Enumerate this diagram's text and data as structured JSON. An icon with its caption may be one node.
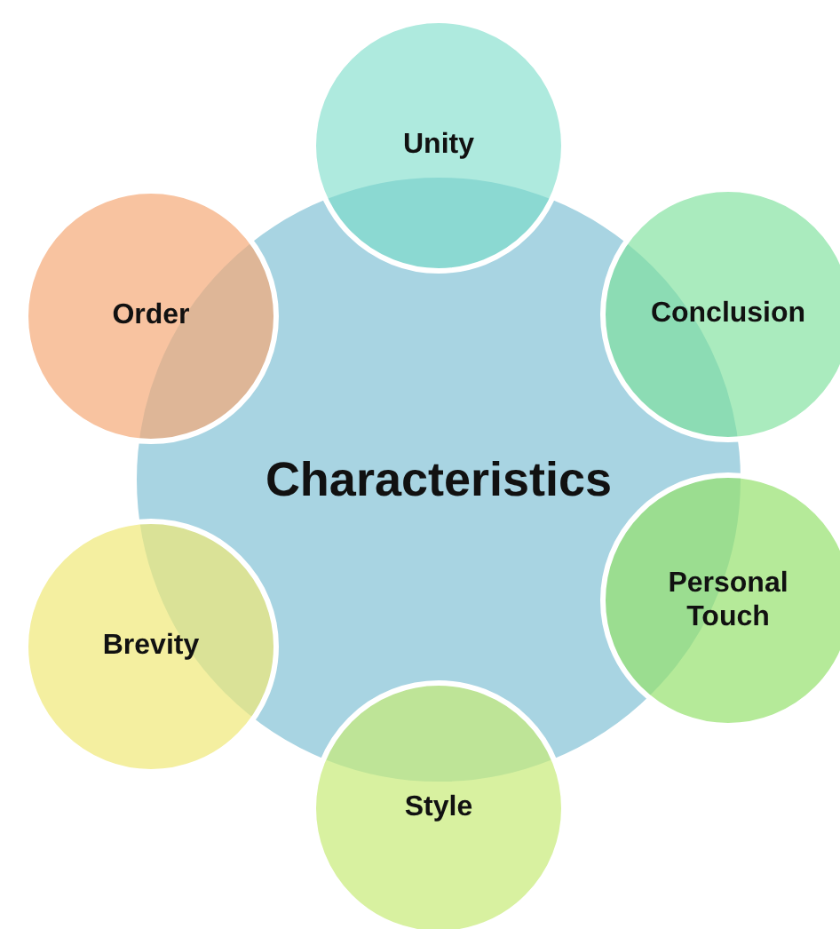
{
  "diagram": {
    "nodes": [
      {
        "text": [
          "Characteristics"
        ]
      },
      {
        "text": [
          "Unity"
        ]
      },
      {
        "text": [
          "Conclusion"
        ]
      },
      {
        "text": [
          "Personal Touch"
        ]
      },
      {
        "text": [
          "Style"
        ]
      },
      {
        "text": [
          "Brevity"
        ]
      },
      {
        "text": [
          "Order"
        ]
      }
    ]
  }
}
